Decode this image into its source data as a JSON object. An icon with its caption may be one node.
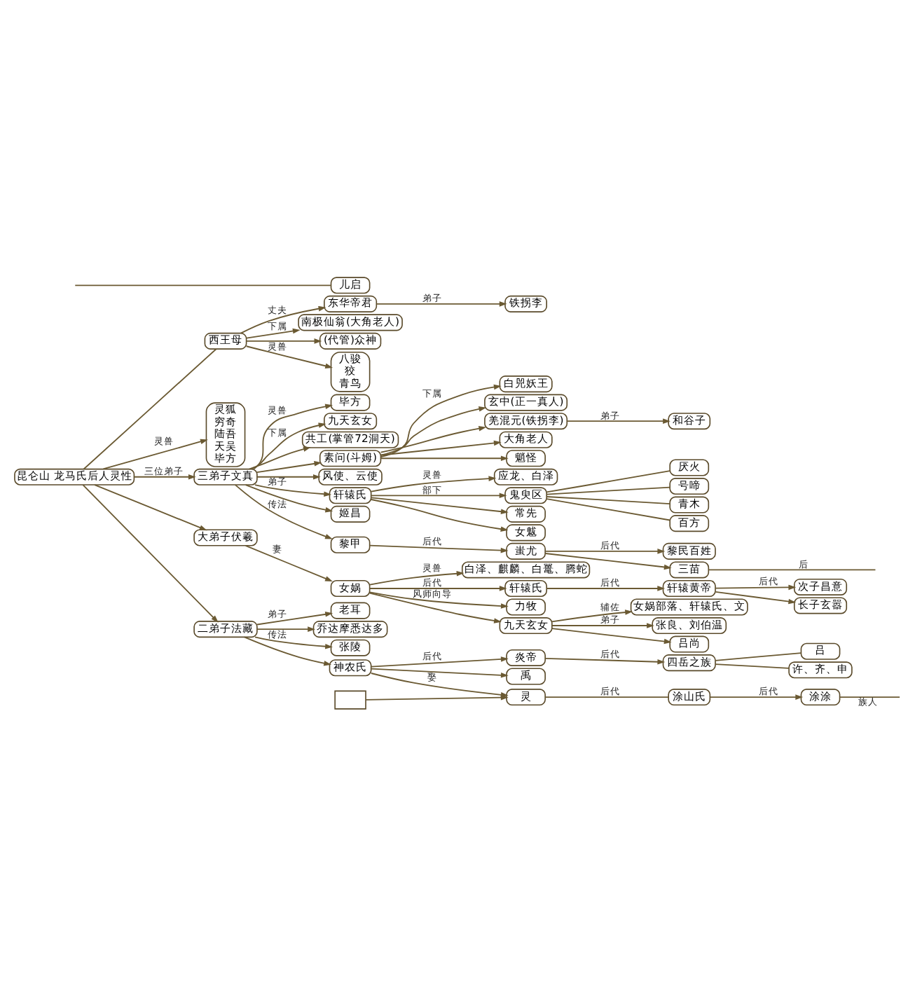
{
  "diagram": {
    "nodes": [
      {
        "text": [
          "昆仑山 龙马氏后人灵性"
        ]
      },
      {
        "text": [
          "西王母"
        ]
      },
      {
        "text": [
          "灵狐",
          "穷奇",
          "陆吾",
          "天吴",
          "毕方"
        ]
      },
      {
        "text": [
          "东华帝君"
        ]
      },
      {
        "text": [
          "南极仙翁(大角老人)"
        ]
      },
      {
        "text": [
          "(代管)众神"
        ]
      },
      {
        "text": [
          "八骏",
          "狡",
          "青鸟"
        ]
      },
      {
        "text": [
          "铁拐李"
        ]
      },
      {
        "text": [
          "三弟子文真"
        ]
      },
      {
        "text": [
          "大弟子伏羲"
        ]
      },
      {
        "text": [
          "二弟子法藏"
        ]
      },
      {
        "text": [
          "毕方"
        ]
      },
      {
        "text": [
          "九天玄女"
        ]
      },
      {
        "text": [
          "共工(掌管72洞天)"
        ]
      },
      {
        "text": [
          "素问(斗姆)"
        ]
      },
      {
        "text": [
          "风使、云使"
        ]
      },
      {
        "text": [
          "轩辕氏"
        ]
      },
      {
        "text": [
          "姬昌"
        ]
      },
      {
        "text": [
          "黎甲"
        ]
      },
      {
        "text": [
          "白兕妖王"
        ]
      },
      {
        "text": [
          "玄中(正一真人)"
        ]
      },
      {
        "text": [
          "羌混元(铁拐李)"
        ]
      },
      {
        "text": [
          "大角老人"
        ]
      },
      {
        "text": [
          "魈怪"
        ]
      },
      {
        "text": [
          "应龙、白泽"
        ]
      },
      {
        "text": [
          "鬼臾区"
        ]
      },
      {
        "text": [
          "常先"
        ]
      },
      {
        "text": [
          "女魃"
        ]
      },
      {
        "text": [
          "厌火"
        ]
      },
      {
        "text": [
          "号啼"
        ]
      },
      {
        "text": [
          "青木"
        ]
      },
      {
        "text": [
          "百方"
        ]
      },
      {
        "text": [
          "蚩尤"
        ]
      },
      {
        "text": [
          "黎民百姓"
        ]
      },
      {
        "text": [
          "三苗"
        ]
      },
      {
        "text": [
          "和谷子"
        ]
      },
      {
        "text": [
          "女娲"
        ]
      },
      {
        "text": [
          "白泽、麒麟、白鼍、腾蛇"
        ]
      },
      {
        "text": [
          "轩辕氏"
        ]
      },
      {
        "text": [
          "力牧"
        ]
      },
      {
        "text": [
          "九天玄女"
        ]
      },
      {
        "text": [
          "轩辕黄帝"
        ]
      },
      {
        "text": [
          "次子昌意"
        ]
      },
      {
        "text": [
          "长子玄嚣"
        ]
      },
      {
        "text": [
          "女娲部落、轩辕氏、文"
        ]
      },
      {
        "text": [
          "张良、刘伯温"
        ]
      },
      {
        "text": [
          "吕尚"
        ]
      },
      {
        "text": [
          "老耳"
        ]
      },
      {
        "text": [
          "乔达摩悉达多"
        ]
      },
      {
        "text": [
          "张陵"
        ]
      },
      {
        "text": [
          "神农氏"
        ]
      },
      {
        "text": [
          "炎帝"
        ]
      },
      {
        "text": [
          "禹"
        ]
      },
      {
        "text": [
          "灵"
        ]
      },
      {
        "text": [],
        "shape": "box"
      },
      {
        "text": [
          "四岳之族"
        ]
      },
      {
        "text": [
          "吕"
        ]
      },
      {
        "text": [
          "许、齐、申"
        ]
      },
      {
        "text": [
          "涂山氏"
        ]
      },
      {
        "text": [
          "涂涂"
        ]
      },
      {
        "text": [
          "儿启"
        ]
      }
    ],
    "edges": [
      {
        "from": 0,
        "to": 1,
        "arrow": "none"
      },
      {
        "from": 0,
        "to": 2,
        "arrow": "to",
        "label": "灵兽"
      },
      {
        "from": 0,
        "to": 8,
        "arrow": "to",
        "label": "三位弟子"
      },
      {
        "from": 0,
        "to": 9,
        "arrow": "to"
      },
      {
        "from": 0,
        "to": 10,
        "arrow": "to"
      },
      {
        "from": 1,
        "to": 3,
        "arrow": "to",
        "label": "丈夫"
      },
      {
        "from": 1,
        "to": 4,
        "arrow": "to",
        "label": "下属"
      },
      {
        "from": 1,
        "to": 5,
        "arrow": "to"
      },
      {
        "from": 1,
        "to": 6,
        "arrow": "to",
        "label": "灵兽"
      },
      {
        "from": 3,
        "to": 7,
        "arrow": "to",
        "label": "弟子"
      },
      {
        "from": 8,
        "to": 12,
        "arrow": "to",
        "label": "下属"
      },
      {
        "from": 8,
        "to": 13,
        "arrow": "to"
      },
      {
        "from": 8,
        "to": 14,
        "arrow": "to"
      },
      {
        "from": 8,
        "to": 15,
        "arrow": "to"
      },
      {
        "from": 8,
        "to": 11,
        "arrow": "to",
        "label": "灵兽"
      },
      {
        "from": 8,
        "to": 16,
        "arrow": "to",
        "label": "弟子"
      },
      {
        "from": 8,
        "to": 17,
        "arrow": "to"
      },
      {
        "from": 8,
        "to": 18,
        "arrow": "to",
        "label": "传法"
      },
      {
        "from": 14,
        "to": 19,
        "arrow": "to",
        "label": "下属"
      },
      {
        "from": 14,
        "to": 20,
        "arrow": "to"
      },
      {
        "from": 14,
        "to": 21,
        "arrow": "to"
      },
      {
        "from": 14,
        "to": 22,
        "arrow": "to"
      },
      {
        "from": 14,
        "to": 23,
        "arrow": "to"
      },
      {
        "from": 16,
        "to": 24,
        "arrow": "to",
        "label": "灵兽"
      },
      {
        "from": 16,
        "to": 25,
        "arrow": "to",
        "label": "部下"
      },
      {
        "from": 16,
        "to": 26,
        "arrow": "to"
      },
      {
        "from": 16,
        "to": 27,
        "arrow": "to"
      },
      {
        "from": 25,
        "to": 28,
        "arrow": "none"
      },
      {
        "from": 25,
        "to": 29,
        "arrow": "none"
      },
      {
        "from": 25,
        "to": 30,
        "arrow": "none"
      },
      {
        "from": 25,
        "to": 31,
        "arrow": "none"
      },
      {
        "from": 18,
        "to": 32,
        "arrow": "to",
        "label": "后代"
      },
      {
        "from": 32,
        "to": 33,
        "arrow": "to",
        "label": "后代"
      },
      {
        "from": 32,
        "to": 34,
        "arrow": "to"
      },
      {
        "from": 34,
        "to": null,
        "arrow": "none",
        "label": "后"
      },
      {
        "from": 21,
        "to": 35,
        "arrow": "to",
        "label": "弟子"
      },
      {
        "from": 9,
        "to": 36,
        "arrow": "to",
        "label": "妻"
      },
      {
        "from": 36,
        "to": 37,
        "arrow": "to",
        "label": "灵兽"
      },
      {
        "from": 36,
        "to": 38,
        "arrow": "to",
        "label": "后代"
      },
      {
        "from": 36,
        "to": 39,
        "arrow": "to",
        "label": "风师向导"
      },
      {
        "from": 36,
        "to": 40,
        "arrow": "to"
      },
      {
        "from": 38,
        "to": 41,
        "arrow": "to",
        "label": "后代"
      },
      {
        "from": 41,
        "to": 42,
        "arrow": "to",
        "label": "后代"
      },
      {
        "from": 41,
        "to": 43,
        "arrow": "to"
      },
      {
        "from": 40,
        "to": 44,
        "arrow": "to",
        "label": "辅佐"
      },
      {
        "from": 40,
        "to": 45,
        "arrow": "to",
        "label": "弟子"
      },
      {
        "from": 40,
        "to": 46,
        "arrow": "to"
      },
      {
        "from": 10,
        "to": 47,
        "arrow": "to",
        "label": "弟子"
      },
      {
        "from": 10,
        "to": 48,
        "arrow": "to"
      },
      {
        "from": 10,
        "to": 49,
        "arrow": "to",
        "label": "传法"
      },
      {
        "from": 10,
        "to": 50,
        "arrow": "to"
      },
      {
        "from": 50,
        "to": 51,
        "arrow": "to",
        "label": "后代"
      },
      {
        "from": 50,
        "to": 52,
        "arrow": "to"
      },
      {
        "from": 50,
        "to": 53,
        "arrow": "to",
        "label": "娶"
      },
      {
        "from": 54,
        "to": 53,
        "arrow": "to"
      },
      {
        "from": 51,
        "to": 55,
        "arrow": "to",
        "label": "后代"
      },
      {
        "from": 55,
        "to": 56,
        "arrow": "none"
      },
      {
        "from": 55,
        "to": 57,
        "arrow": "none"
      },
      {
        "from": 53,
        "to": 58,
        "arrow": "none",
        "label": "后代"
      },
      {
        "from": 58,
        "to": 59,
        "arrow": "to",
        "label": "后代"
      },
      {
        "from": 59,
        "to": null,
        "arrow": "none",
        "label": "族人"
      },
      {
        "from": null,
        "to": 60,
        "arrow": "none"
      }
    ]
  }
}
